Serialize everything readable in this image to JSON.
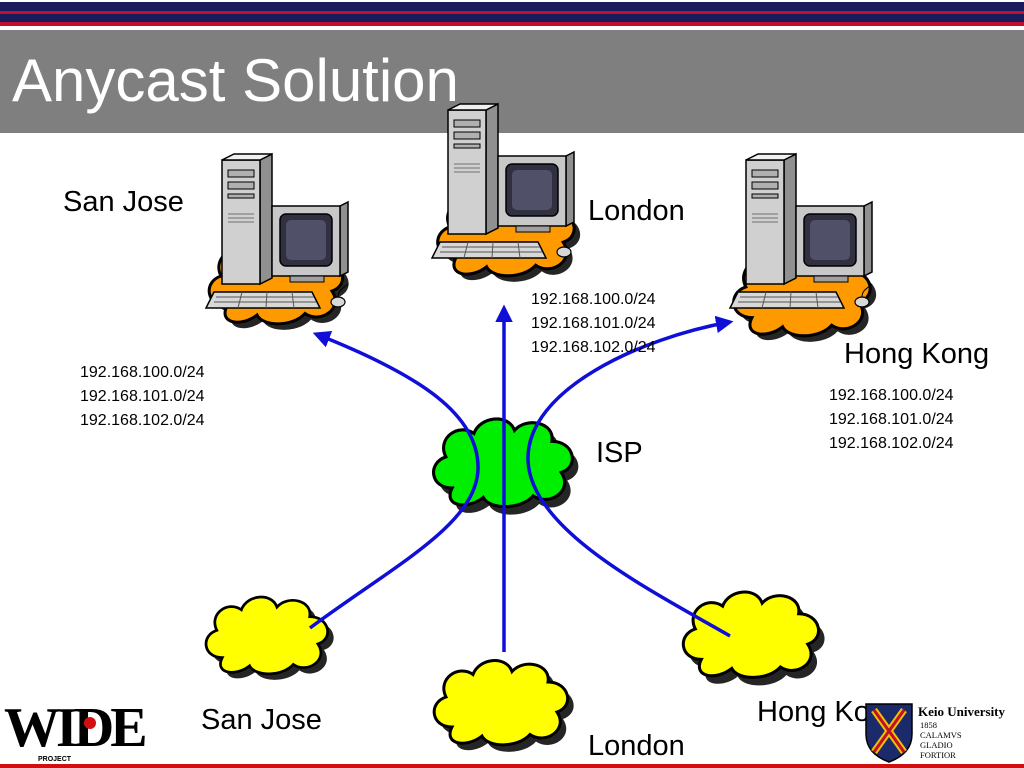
{
  "slide": {
    "title": "Anycast Solution"
  },
  "servers": [
    {
      "name": "San Jose"
    },
    {
      "name": "London"
    },
    {
      "name": "Hong Kong"
    }
  ],
  "isp": {
    "label": "ISP"
  },
  "clients": [
    {
      "name": "San Jose"
    },
    {
      "name": "London"
    },
    {
      "name": "Hong Kong"
    }
  ],
  "networks": {
    "san_jose": [
      "192.168.100.0/24",
      "192.168.101.0/24",
      "192.168.102.0/24"
    ],
    "london": [
      "192.168.100.0/24",
      "192.168.101.0/24",
      "192.168.102.0/24"
    ],
    "hong_kong": [
      "192.168.100.0/24",
      "192.168.101.0/24",
      "192.168.102.0/24"
    ]
  },
  "logos": {
    "wide": {
      "word": "WIDE",
      "sub": "PROJECT"
    },
    "keio": {
      "name": "Keio University",
      "motto": [
        "1858",
        "CALAMVS",
        "GLADIO",
        "FORTIOR"
      ]
    }
  },
  "colors": {
    "title_bar": "#7f7f7f",
    "stripe_navy": "#1a1a5e",
    "stripe_red": "#c0102a",
    "arrow": "#0f0fd8",
    "server_cloud": "#ff9900",
    "isp_cloud": "#00ee00",
    "client_cloud": "#ffff00"
  }
}
